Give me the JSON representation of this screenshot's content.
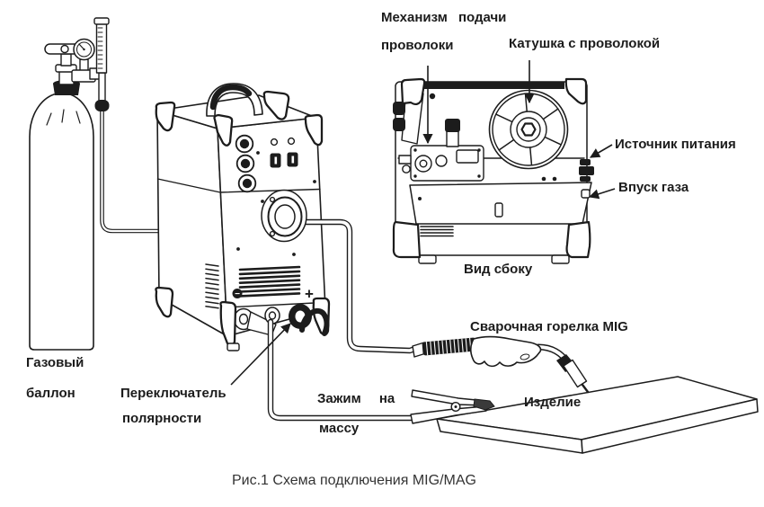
{
  "diagram": {
    "caption": "Рис.1 Схема подключения MIG/MAG",
    "labels": {
      "wire_feed_mechanism": {
        "line1": "Механизм подачи",
        "line2": "проволоки"
      },
      "wire_spool": "Катушка с проволокой",
      "power_source": "Источник питания",
      "gas_inlet": "Впуск газа",
      "side_view": "Вид сбоку",
      "mig_torch": "Сварочная горелка MIG",
      "ground_clamp": {
        "line1": "Зажим на",
        "line2": "массу"
      },
      "workpiece": "Изделие",
      "gas_cylinder": {
        "line1": "Газовый",
        "line2": "баллон"
      },
      "polarity_switch": {
        "line1": "Переключатель",
        "line2": "полярности"
      }
    },
    "machine_markings": {
      "minus": "−",
      "plus": "+"
    },
    "colors": {
      "line": "#1c1c1c",
      "background": "#ffffff"
    }
  }
}
